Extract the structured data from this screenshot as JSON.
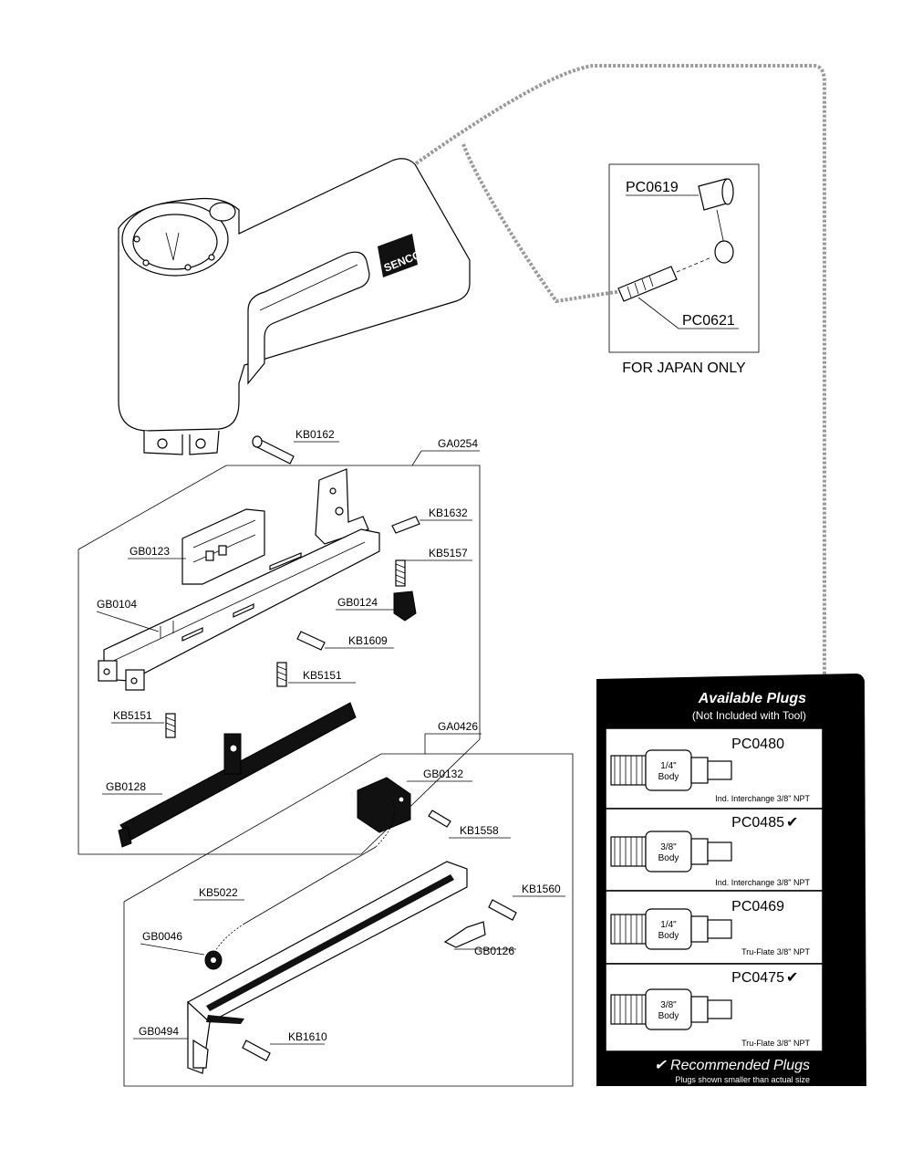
{
  "parts": {
    "KB0162": "KB0162",
    "GA0254": "GA0254",
    "KB1632": "KB1632",
    "GB0123": "GB0123",
    "KB5157": "KB5157",
    "GB0104": "GB0104",
    "GB0124": "GB0124",
    "KB1609": "KB1609",
    "KB5151a": "KB5151",
    "KB5151b": "KB5151",
    "GA0426": "GA0426",
    "GB0128": "GB0128",
    "GB0132": "GB0132",
    "KB1558": "KB1558",
    "KB5022": "KB5022",
    "KB1560": "KB1560",
    "GB0046": "GB0046",
    "GB0126": "GB0126",
    "GB0494": "GB0494",
    "KB1610": "KB1610"
  },
  "brand_logo": "SENCO",
  "japan_box": {
    "pc0619": "PC0619",
    "pc0621": "PC0621",
    "caption": "FOR JAPAN ONLY"
  },
  "plugs_panel": {
    "title": "Available Plugs",
    "subtitle": "(Not Included with Tool)",
    "plugs": [
      {
        "code": "PC0480",
        "check": "",
        "body": [
          "1/4\"",
          "Body"
        ],
        "desc": "Ind. Interchange 3/8\" NPT"
      },
      {
        "code": "PC0485",
        "check": "✔",
        "body": [
          "3/8\"",
          "Body"
        ],
        "desc": "Ind. Interchange 3/8\" NPT"
      },
      {
        "code": "PC0469",
        "check": "",
        "body": [
          "1/4\"",
          "Body"
        ],
        "desc": "Tru-Flate 3/8\" NPT"
      },
      {
        "code": "PC0475",
        "check": "✔",
        "body": [
          "3/8\"",
          "Body"
        ],
        "desc": "Tru-Flate 3/8\" NPT"
      }
    ],
    "footer_title": "✔ Recommended Plugs",
    "footer_note": "Plugs shown smaller than actual size"
  }
}
